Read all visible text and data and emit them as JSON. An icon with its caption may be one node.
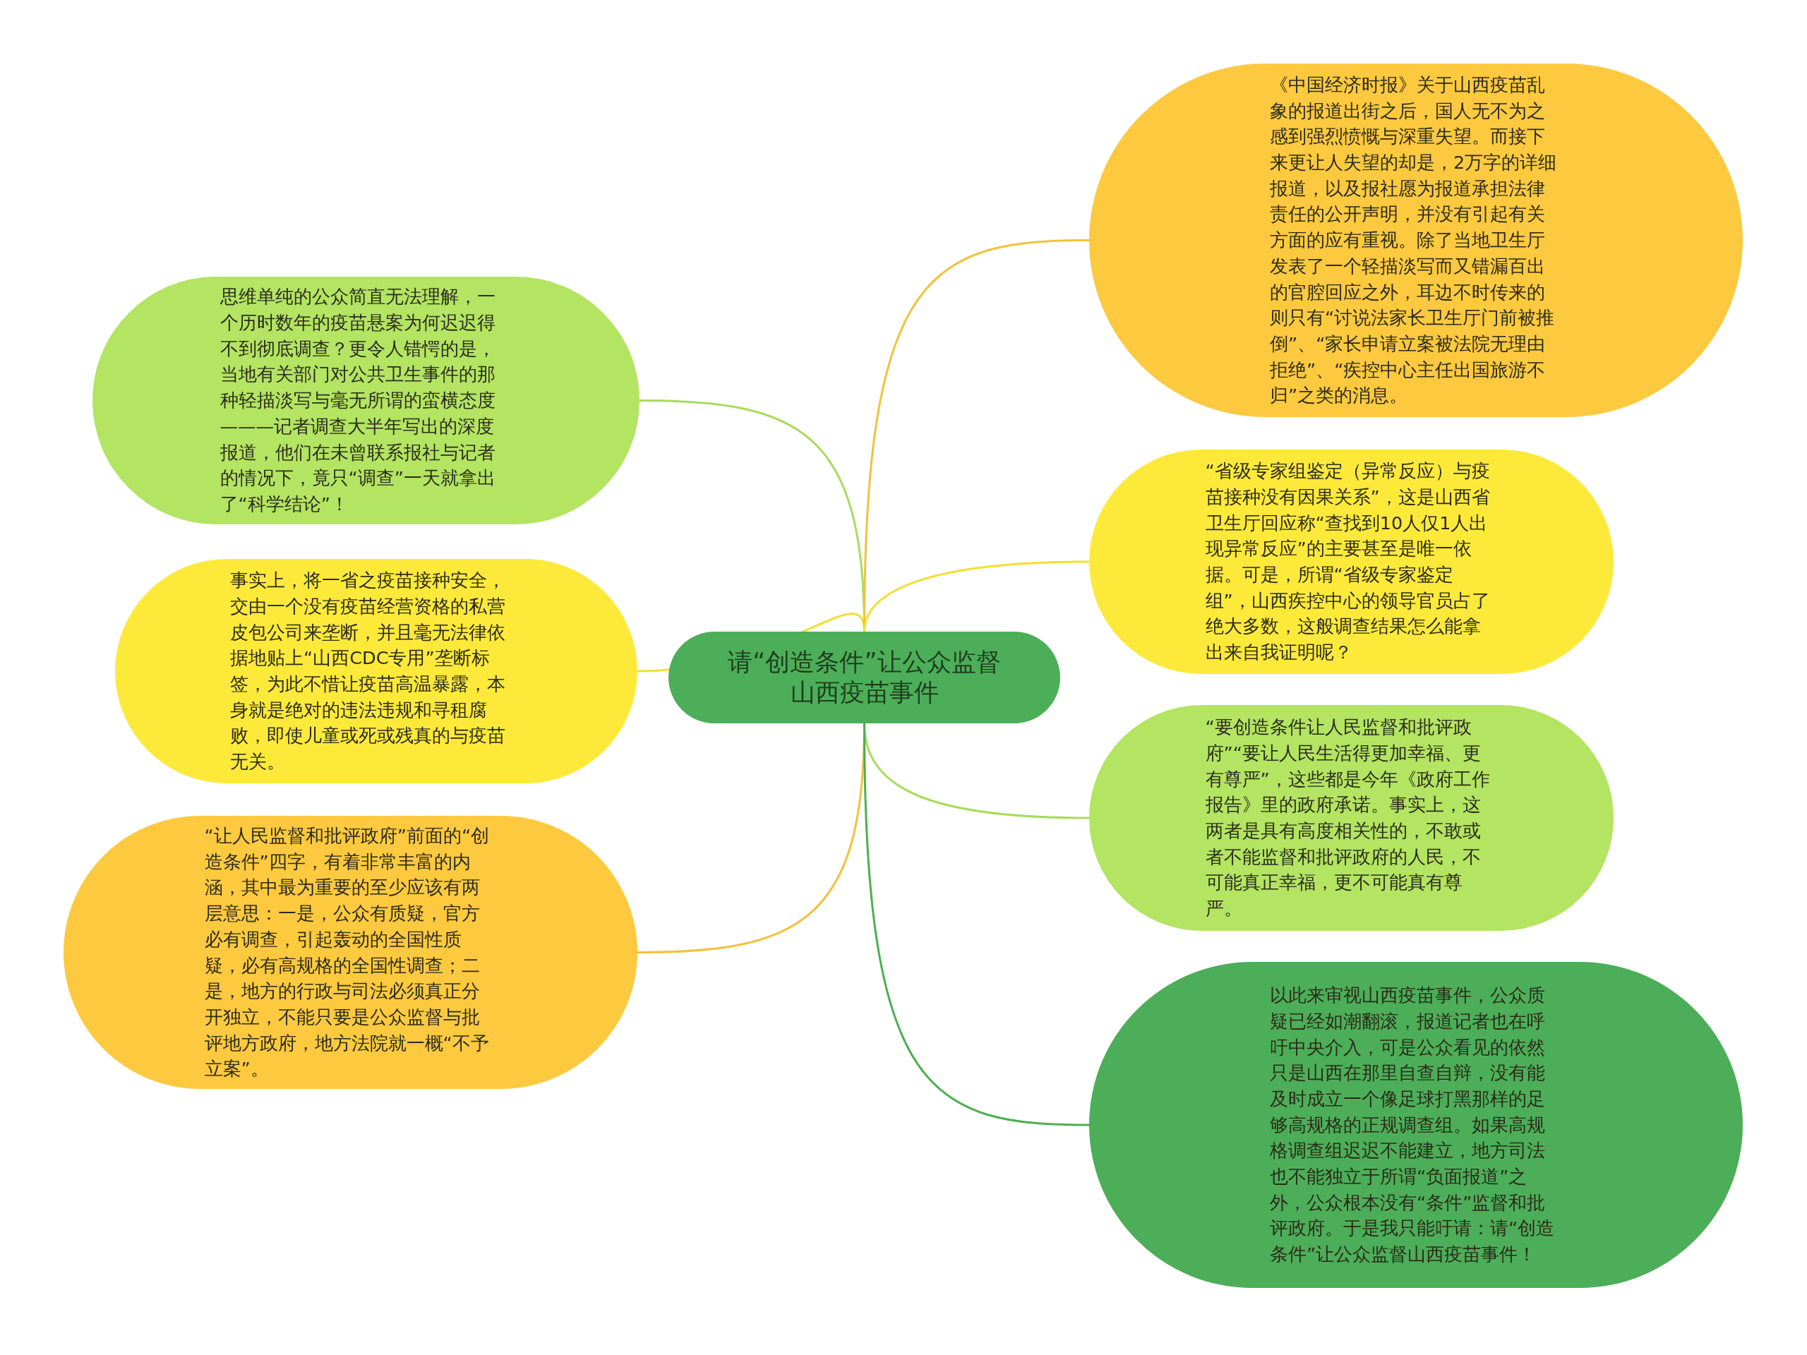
{
  "diagram": {
    "nodes": [
      {
        "text": [
          "请“创造条件”让公众监督山西疫苗事件"
        ]
      },
      {
        "text": [
          "思维单纯的公众简直无法理解，一个历时数年的疫苗悬案为何迟迟得不到彻底调查？更令人错愕的是，当地有关部门对公共卫生事件的那种轻描淡写与毫无所谓的蛮横态度———记者调查大半年写出的深度报道，他们在未曾联系报社与记者的情况下，竟只“调查”一天就拿出了“科学结论”！"
        ]
      },
      {
        "text": [
          "事实上，将一省之疫苗接种安全，交由一个没有疫苗经营资格的私营皮包公司来垄断，并且毫无法律依据地贴上“山西CDC专用”垄断标签，为此不惜让疫苗高温暴露，本身就是绝对的违法违规和寻租腐败，即使儿童或死或残真的与疫苗无关。"
        ]
      },
      {
        "text": [
          "“让人民监督和批评政府”前面的“创造条件”四字，有着非常丰富的内涵，其中最为重要的至少应该有两层意思：一是，公众有质疑，官方必有调查，引起轰动的全国性质疑，必有高规格的全国性调查；二是，地方的行政与司法必须真正分开独立，不能只要是公众监督与批评地方政府，地方法院就一概“不予立案”。"
        ]
      },
      {
        "text": [
          "《中国经济时报》关于山西疫苗乱象的报道出街之后，国人无不为之感到强烈愤慨与深重失望。而接下来更让人失望的却是，2万字的详细报道，以及报社愿为报道承担法律责任的公开声明，并没有引起有关方面的应有重视。除了当地卫生厅发表了一个轻描淡写而又错漏百出的官腔回应之外，耳边不时传来的则只有“讨说法家长卫生厅门前被推倒”、“家长申请立案被法院无理由拒绝”、“疾控中心主任出国旅游不归”之类的消息。"
        ]
      },
      {
        "text": [
          "“省级专家组鉴定（异常反应）与疫苗接种没有因果关系”，这是山西省卫生厅回应称“查找到10人仅1人出现异常反应”的主要甚至是唯一依据。可是，所谓“省级专家鉴定组”，山西疾控中心的领导官员占了绝大多数，这般调查结果怎么能拿出来自我证明呢？"
        ]
      },
      {
        "text": [
          "“要创造条件让人民监督和批评政府”“要让人民生活得更加幸福、更有尊严”，这些都是今年《政府工作报告》里的政府承诺。事实上，这两者是具有高度相关性的，不敢或者不能监督和批评政府的人民，不可能真正幸福，更不可能真有尊严。"
        ]
      },
      {
        "text": [
          "以此来审视山西疫苗事件，公众质疑已经如潮翻滚，报道记者也在呼吁中央介入，可是公众看见的依然只是山西在那里自查自辩，没有能及时成立一个像足球打黑那样的足够高规格的正规调查组。如果高规格调查组迟迟不能建立，地方司法也不能独立于所谓“负面报道”之外，公众根本没有“条件”监督和批评政府。于是我只能吁请：请“创造条件”让公众监督山西疫苗事件！"
        ]
      }
    ],
    "edges": [
      {
        "from": 0,
        "to": 1,
        "arrow": "none",
        "color": "#a8dc5a"
      },
      {
        "from": 0,
        "to": 2,
        "arrow": "none",
        "color": "#f3df2e"
      },
      {
        "from": 0,
        "to": 3,
        "arrow": "none",
        "color": "#f2c23a"
      },
      {
        "from": 0,
        "to": 4,
        "arrow": "none",
        "color": "#f2c23a"
      },
      {
        "from": 0,
        "to": 5,
        "arrow": "none",
        "color": "#f3df2e"
      },
      {
        "from": 0,
        "to": 6,
        "arrow": "none",
        "color": "#a8dc5a"
      },
      {
        "from": 0,
        "to": 7,
        "arrow": "none",
        "color": "#4caf50"
      }
    ]
  }
}
